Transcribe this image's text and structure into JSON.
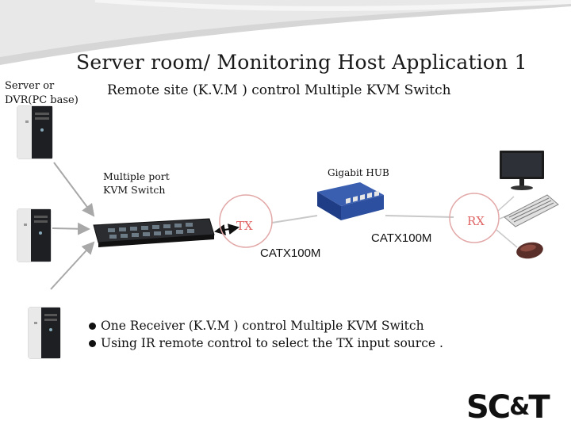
{
  "title": "Server room/ Monitoring Host Application 1",
  "subtitle": "Remote site (K.V.M ) control  Multiple KVM Switch",
  "side_label": [
    "Server or",
    "DVR(PC base)"
  ],
  "kvm_label": [
    "Multiple port",
    "KVM Switch"
  ],
  "hub_label": "Gigabit  HUB",
  "tx_label": "TX",
  "rx_label": "RX",
  "cable_labels": [
    "CATX100M",
    "CATX100M"
  ],
  "bullets": [
    "One Receiver (K.V.M ) control Multiple KVM Switch",
    "Using IR remote control  to select the TX input source ."
  ],
  "logo": {
    "left": "SC",
    "amp": "&",
    "right": "T"
  },
  "colors": {
    "tx_rx_text": "#e06565",
    "circle_stroke": "#e3a8a8",
    "arrow": "#a8a8a8"
  }
}
